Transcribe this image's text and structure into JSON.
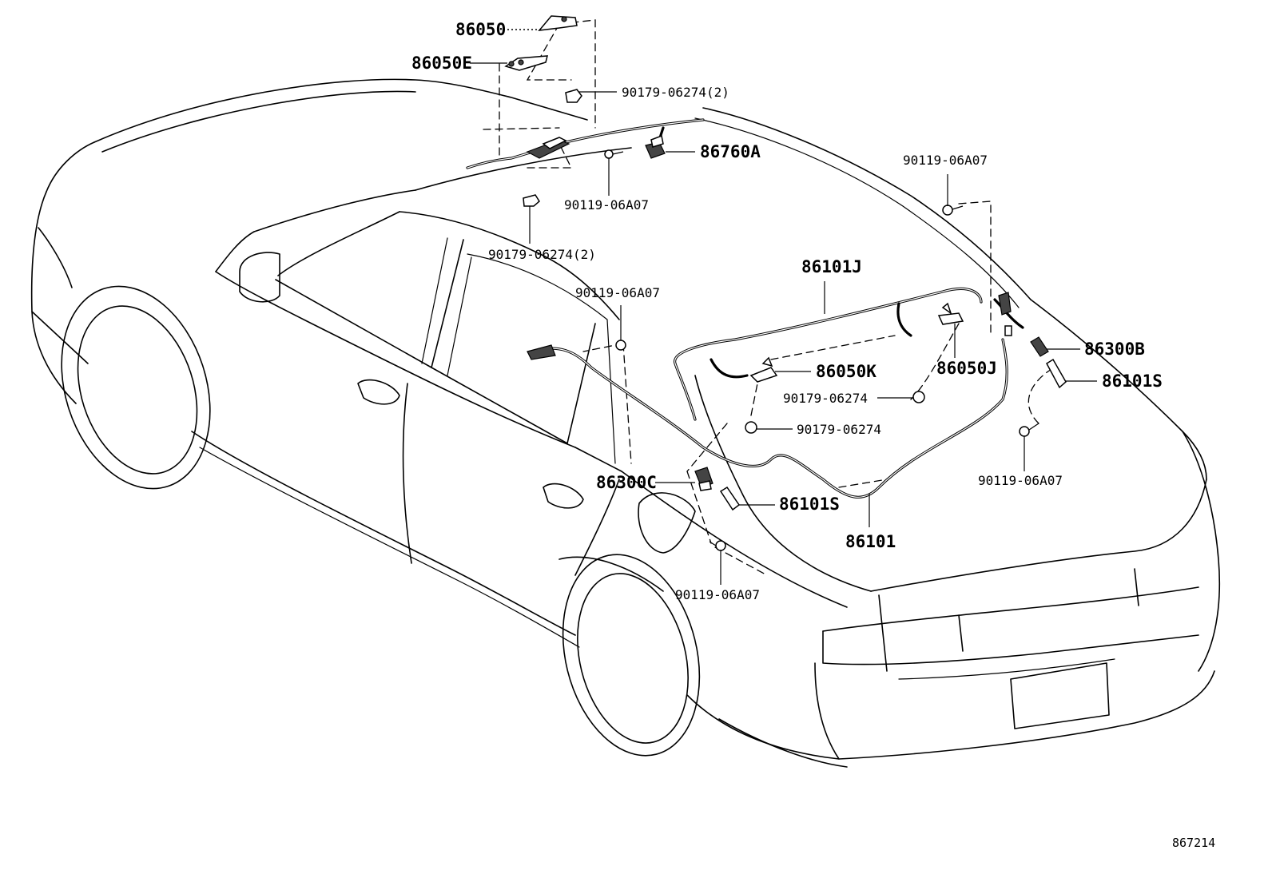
{
  "labels": {
    "p86050": "86050",
    "p86050E": "86050E",
    "p90179_top": "90179-06274(2)",
    "p86760A": "86760A",
    "p90119_top_mid": "90119-06A07",
    "p90179_left": "90179-06274(2)",
    "p90119_right_top": "90119-06A07",
    "p86101J": "86101J",
    "p90119_side": "90119-06A07",
    "p86300B": "86300B",
    "p86050K": "86050K",
    "p86050J": "86050J",
    "p86101S_right": "86101S",
    "p90179_trunk1": "90179-06274",
    "p90179_trunk2": "90179-06274",
    "p90119_right_bottom": "90119-06A07",
    "p86300C": "86300C",
    "p86101S_left": "86101S",
    "p86101": "86101",
    "p90119_bottom": "90119-06A07"
  },
  "figure_id": "867214"
}
